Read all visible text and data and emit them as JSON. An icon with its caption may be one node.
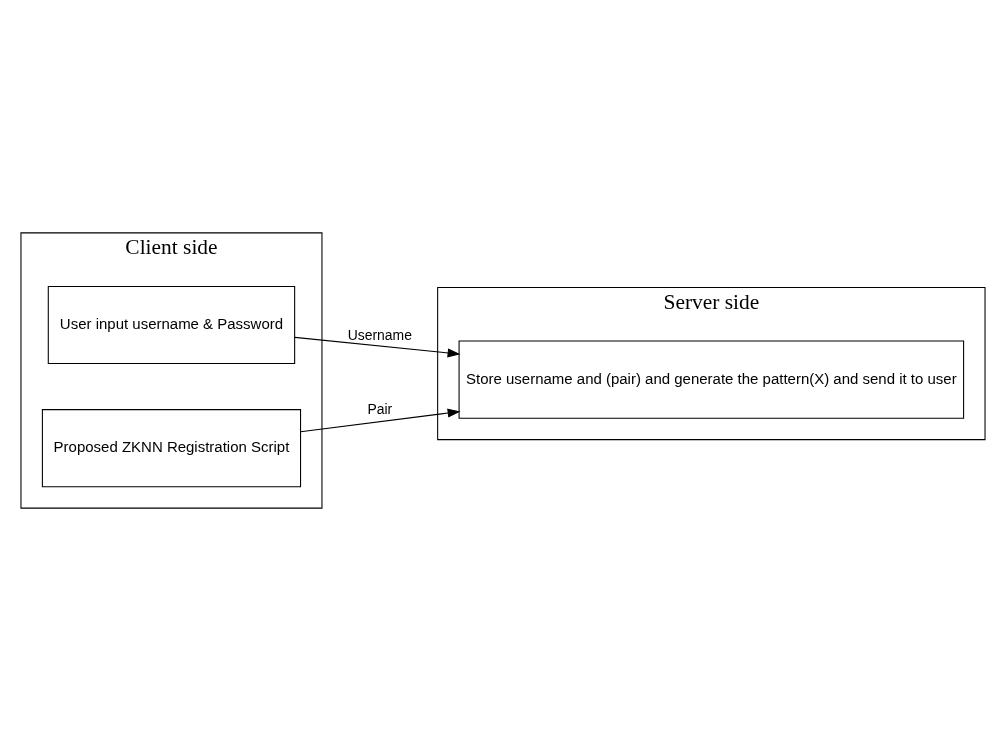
{
  "diagram": {
    "nodes": [
      {
        "text": [
          "Client side"
        ]
      },
      {
        "text": [
          "Server side"
        ]
      },
      {
        "text": [
          "User input username & Password"
        ],
        "in": 0
      },
      {
        "text": [
          "Proposed ZKNN Registration Script"
        ],
        "in": 0
      },
      {
        "text": [
          "Store username and (pair) and generate the pattern(X) and send it to user"
        ],
        "in": 1
      }
    ],
    "edges": [
      {
        "from": 2,
        "to": 4,
        "arrow": "to",
        "label": "Username"
      },
      {
        "from": 3,
        "to": 4,
        "arrow": "to",
        "label": "Pair"
      }
    ]
  }
}
